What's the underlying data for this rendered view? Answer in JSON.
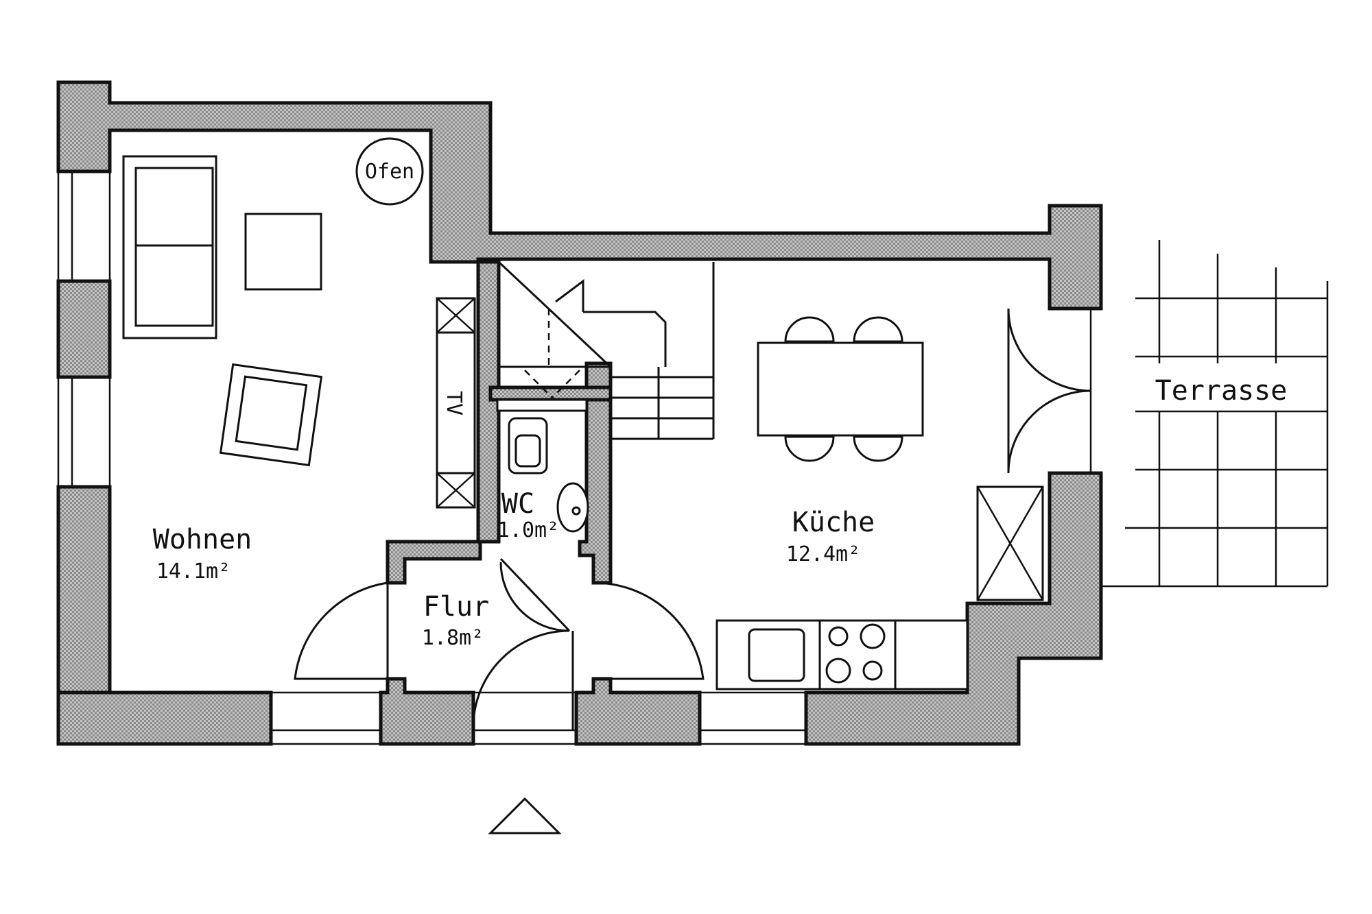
{
  "rooms": {
    "wohnen": {
      "name": "Wohnen",
      "area": "14.1m²"
    },
    "kueche": {
      "name": "Küche",
      "area": "12.4m²"
    },
    "flur": {
      "name": "Flur",
      "area": "1.8m²"
    },
    "wc": {
      "name": "WC",
      "area": "1.0m²"
    }
  },
  "labels": {
    "ofen": "Ofen",
    "tv": "TV",
    "terrasse": "Terrasse"
  },
  "colors": {
    "wall_hatch": "#9a9a9a",
    "line": "#111111",
    "background": "#ffffff"
  },
  "icons": {
    "entrance": "entrance-triangle-icon"
  }
}
